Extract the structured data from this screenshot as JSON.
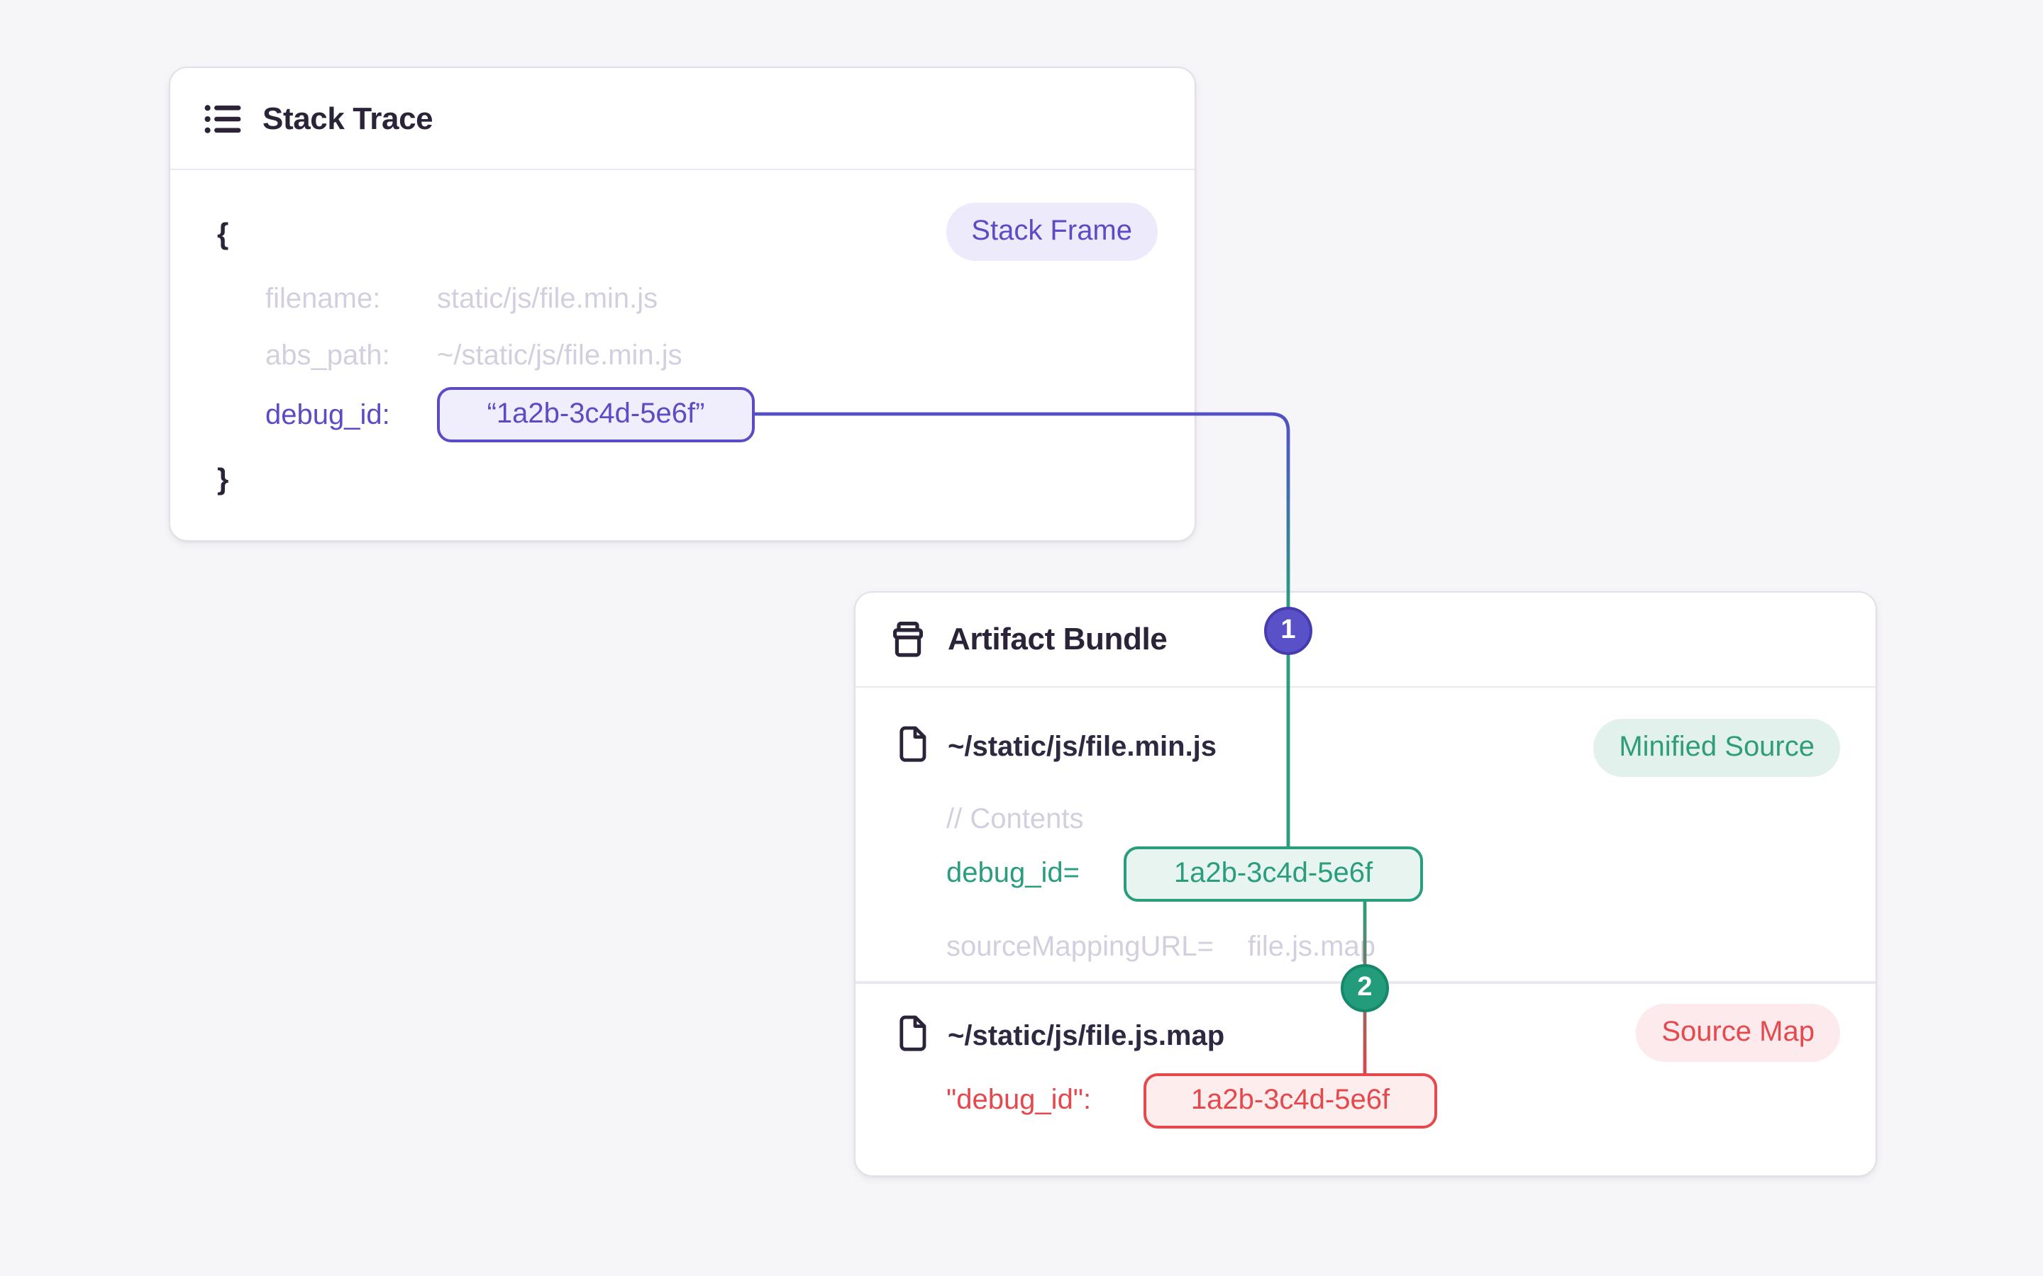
{
  "stack": {
    "title": "Stack Trace",
    "badge": "Stack Frame",
    "brace_open": "{",
    "brace_close": "}",
    "filename_key": "filename:",
    "filename_value": "static/js/file.min.js",
    "abs_path_key": "abs_path:",
    "abs_path_value": "~/static/js/file.min.js",
    "debug_id_key": "debug_id:",
    "debug_id_value": "“1a2b-3c4d-5e6f”"
  },
  "bundle": {
    "title": "Artifact Bundle",
    "file1": {
      "name": "~/static/js/file.min.js",
      "badge": "Minified Source",
      "comment": "// Contents",
      "debug_key": "debug_id=",
      "debug_value": "1a2b-3c4d-5e6f",
      "mapping_key": "sourceMappingURL=",
      "mapping_value": "file.js.map"
    },
    "file2": {
      "name": "~/static/js/file.js.map",
      "badge": "Source Map",
      "debug_key": "\"debug_id\":",
      "debug_value": "1a2b-3c4d-5e6f"
    }
  },
  "markers": {
    "step1": "1",
    "step2": "2"
  },
  "colors": {
    "page_background": "#f6f5f8",
    "purple_accent": "#5b4bc4",
    "indigo_line": "#4f55c3",
    "green_accent": "#2a9d7c",
    "red_accent": "#e5484d",
    "muted_text": "#d3cfde",
    "dark_text": "#2b2438",
    "marker1_fill": "#5a50c7",
    "marker2_fill": "#239c7b"
  }
}
